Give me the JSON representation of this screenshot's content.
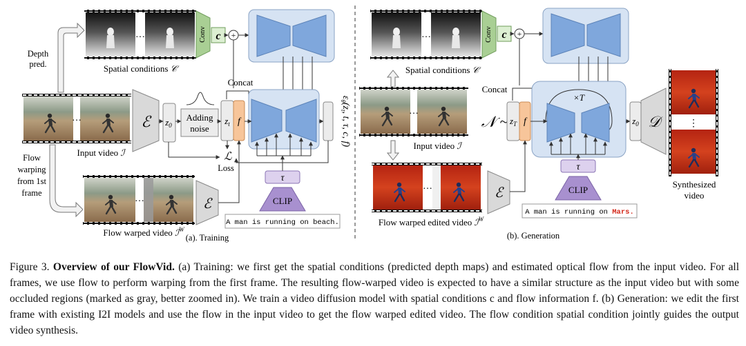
{
  "figure": {
    "training": {
      "spatial_conditions_label": "Spatial conditions",
      "spatial_conditions_symbol": "𝒞",
      "depth_pred_line1": "Depth",
      "depth_pred_line2": "pred.",
      "conv_label": "Conv",
      "c_symbol": "c",
      "plus_symbol": "+",
      "concat_label": "Concat",
      "input_video_label": "Input video",
      "input_video_symbol": "ℐ",
      "encoder_symbol": "ℰ",
      "z0_label": "z",
      "z0_sub": "0",
      "adding_noise_line1": "Adding",
      "adding_noise_line2": "noise",
      "zt_label": "z",
      "zt_sub": "t",
      "f_symbol": "f",
      "loss_symbol": "ℒ",
      "loss_label": "Loss",
      "eps_label": "ε",
      "eps_args": "(z",
      "eps_args_rest": ", t, τ, c, f)",
      "eps_sub": "θ",
      "eps_t_sub": "t",
      "flow_warp_line1": "Flow",
      "flow_warp_line2": "warping",
      "flow_warp_line3": "from 1st",
      "flow_warp_line4": "frame",
      "tau_symbol": "τ",
      "clip_label": "CLIP",
      "prompt_text": "A man is running on beach.",
      "flow_warped_label": "Flow warped video",
      "flow_warped_symbol": "ℐ",
      "flow_warped_sup": "W",
      "section_label": "(a). Training",
      "dots": "…"
    },
    "generation": {
      "spatial_conditions_label": "Spatial conditions",
      "spatial_conditions_symbol": "𝒞",
      "conv_label": "Conv",
      "c_symbol": "c",
      "plus_symbol": "+",
      "concat_label": "Concat",
      "times_t": "×T",
      "noise_symbol": "𝒩 ~",
      "zT_label": "z",
      "zT_sub": "T",
      "f_symbol": "f",
      "z0_label": "z",
      "z0_sub": "0",
      "decoder_symbol": "𝒟",
      "input_video_label": "Input video",
      "input_video_symbol": "ℐ",
      "encoder_symbol": "ℰ",
      "tau_symbol": "τ",
      "clip_label": "CLIP",
      "prompt_prefix": "A man is running on ",
      "prompt_highlight": "Mars.",
      "prompt_highlight_color": "#d42a1c",
      "flow_warped_edited_label": "Flow warped edited video",
      "flow_warped_edited_symbol": "ℐ",
      "flow_warped_edited_sup": "W",
      "synth_line1": "Synthesized",
      "synth_line2": "video",
      "section_label": "(b). Generation",
      "dots": "…",
      "vdots": "⋮"
    },
    "colors": {
      "unet_fill": "#7fa7dc",
      "unet_panel": "#d6e3f3",
      "conv_fill": "#a9cf94",
      "c_box_fill": "#dcefd2",
      "f_box_fill": "#f7c59a",
      "clip_fill": "#a890cf",
      "tau_fill": "#ddd1ee",
      "encoder_fill": "#d9d9d9",
      "box_fill": "#ececec"
    }
  },
  "caption": {
    "prefix": "Figure 3. ",
    "bold": "Overview of our FlowVid.",
    "text": " (a) Training: we first get the spatial conditions (predicted depth maps) and estimated optical flow from the input video. For all frames, we use flow to perform warping from the first frame. The resulting flow-warped video is expected to have a similar structure as the input video but with some occluded regions (marked as gray, better zoomed in). We train a video diffusion model with spatial conditions c and flow information f. (b) Generation: we edit the first frame with existing I2I models and use the flow in the input video to get the flow warped edited video. The flow condition spatial condition jointly guides the output video synthesis."
  }
}
